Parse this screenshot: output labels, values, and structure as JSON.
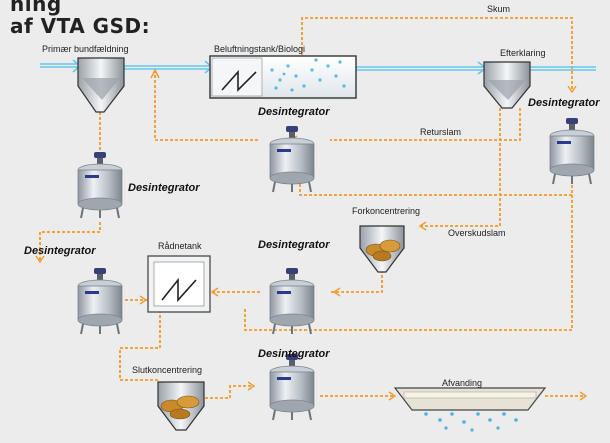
{
  "heading": {
    "line1": "ning",
    "line2": "af VTA GSD:"
  },
  "labels": {
    "primaer": "Primær bundfældning",
    "beluft": "Beluftningstank/Biologi",
    "skum": "Skum",
    "efterklaring": "Efterklaring",
    "retur": "Returslam",
    "forkonc": "Forkoncentrering",
    "overskud": "Overskudslam",
    "raadnetank": "Rådnetank",
    "slutkonc": "Slutkoncentrering",
    "afvanding": "Afvanding"
  },
  "disintegrator": "Desintegrator",
  "colors": {
    "orange_flow": "#f39a2a",
    "blue_flow": "#64c6ee",
    "tank_body": "#b9c0c8",
    "sludge": "#c98a2b"
  }
}
